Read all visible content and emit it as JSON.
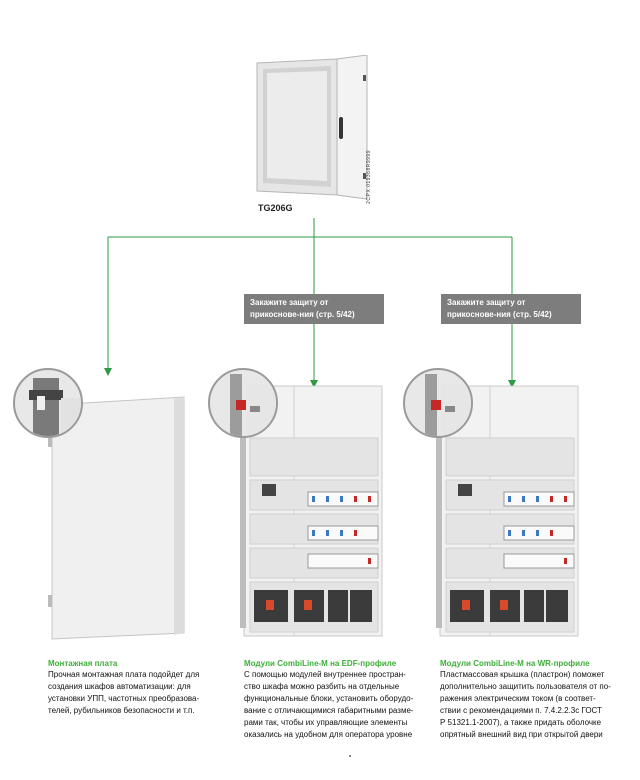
{
  "product": {
    "code": "TG206G",
    "side_code": "2CPX 019368R9999"
  },
  "notes": [
    {
      "text": "Закажите защиту от прикоснове-ния (стр. 5/42)"
    },
    {
      "text": "Закажите защиту от прикоснове-ния (стр. 5/42)"
    }
  ],
  "captions": [
    {
      "title": "Монтажная плата",
      "lines": [
        "Прочная монтажная плата подойдет для",
        "создания шкафов автоматизации: для",
        "установки УПП, частотных преобразова-",
        "телей, рубильников безопасности и т.п."
      ]
    },
    {
      "title": "Модули CombiLine-M на EDF-профиле",
      "lines": [
        "С помощью модулей внутреннее простран-",
        "ство шкафа можно разбить на отдельные",
        "функциональные блоки, установить оборудо-",
        "вание с отличающимися габаритными разме-",
        "рами так, чтобы их управляющие элементы",
        "оказались на удобном для оператора уровне"
      ]
    },
    {
      "title": "Модули CombiLine-M на WR-профиле",
      "lines": [
        "Пластмассовая крышка (пластрон) поможет",
        "дополнительно защитить пользователя от по-",
        "ражения электрическим током (в соответ-",
        "ствии с рекомендациями п. 7.4.2.2.3с ГОСТ",
        "Р 51321.1-2007), а также придать оболочке",
        "опрятный внешний вид при открытой двери"
      ]
    }
  ],
  "colors": {
    "accent_green": "#3fae3a",
    "note_bg": "#7d7d7d",
    "line_green": "#2e9a45"
  }
}
